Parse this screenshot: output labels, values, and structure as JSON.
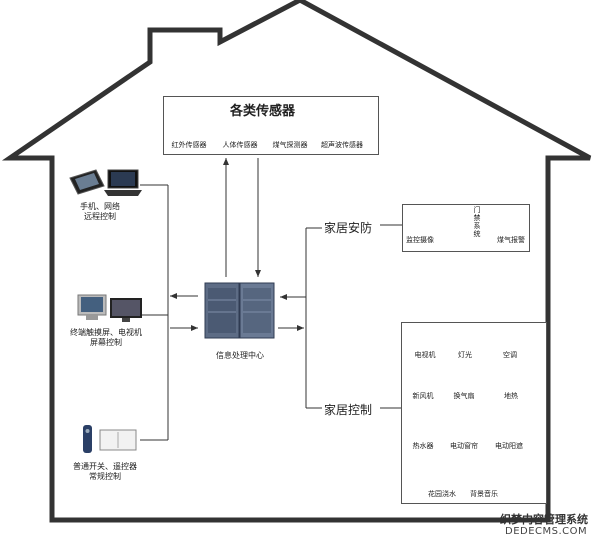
{
  "sensors": {
    "title": "各类传感器",
    "items": [
      {
        "label": "红外传感器"
      },
      {
        "label": "人体传感器"
      },
      {
        "label": "煤气探测器"
      },
      {
        "label": "超声波传感器"
      }
    ]
  },
  "remote": {
    "line1": "手机、网络",
    "line2": "远程控制"
  },
  "terminal": {
    "line1": "终端触摸屏、电视机",
    "line2": "屏幕控制"
  },
  "switches": {
    "line1": "普通开关、遥控器",
    "line2": "常规控制"
  },
  "center": {
    "label": "信息处理中心"
  },
  "security": {
    "title": "家居安防",
    "items": [
      {
        "label": "监控摄像"
      },
      {
        "label": "门禁系统"
      },
      {
        "label": "煤气报警"
      }
    ]
  },
  "control": {
    "title": "家居控制",
    "items": [
      {
        "label": "电视机"
      },
      {
        "label": "灯光"
      },
      {
        "label": "空调"
      },
      {
        "label": "新风机"
      },
      {
        "label": "换气扇"
      },
      {
        "label": "地热"
      },
      {
        "label": "热水器"
      },
      {
        "label": "电动窗帘"
      },
      {
        "label": "电动阳遮"
      },
      {
        "label": "花园浇水"
      },
      {
        "label": "背景音乐"
      }
    ]
  },
  "watermark": {
    "line1": "织梦内容管理系统",
    "line2": "DEDECMS.COM"
  }
}
